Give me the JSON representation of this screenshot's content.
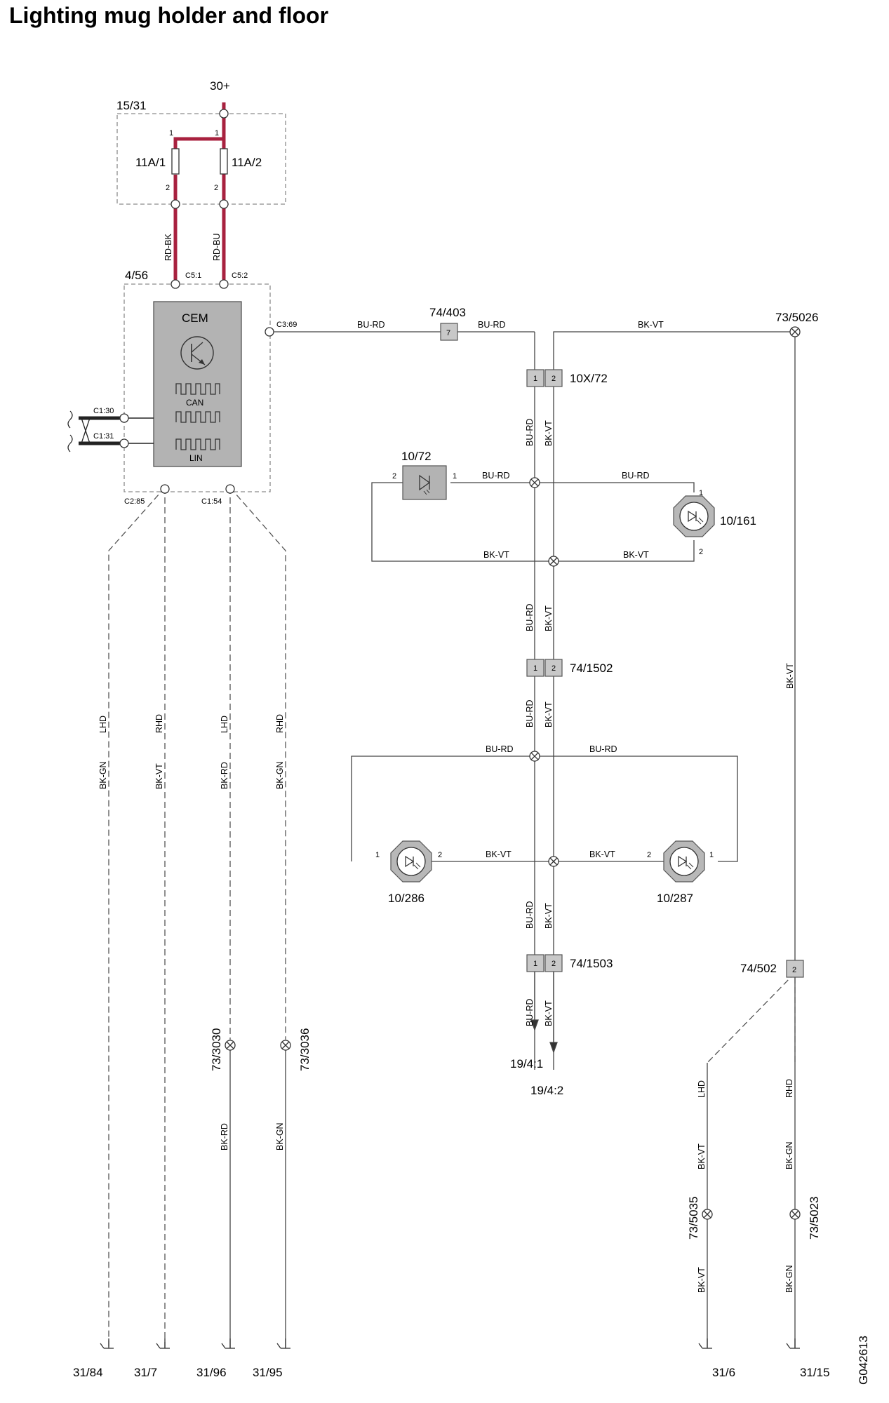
{
  "title": "Lighting mug holder and floor",
  "supply": "30+",
  "fuse_box": {
    "id": "15/31",
    "fuse1": "11A/1",
    "fuse2": "11A/2",
    "pin_in": "1",
    "pin_out": "2"
  },
  "cem": {
    "module_id": "4/56",
    "name": "CEM",
    "can_label": "CAN",
    "lin_label": "LIN",
    "connectors": {
      "c5_1": "C5:1",
      "c5_2": "C5:2",
      "c3_69": "C3:69",
      "c1_30": "C1:30",
      "c1_31": "C1:31",
      "c2_85": "C2:85",
      "c1_54": "C1:54"
    }
  },
  "wires": {
    "rd_bk": "RD-BK",
    "rd_bu": "RD-BU",
    "bu_rd": "BU-RD",
    "bk_vt": "BK-VT",
    "bk_gn": "BK-GN",
    "bk_rd": "BK-RD"
  },
  "market": {
    "lhd": "LHD",
    "rhd": "RHD"
  },
  "connectors": {
    "c74_403": "74/403",
    "c74_403_pin": "7",
    "c10x_72": "10X/72",
    "c74_1502": "74/1502",
    "c74_1503": "74/1503",
    "c74_502": "74/502",
    "c74_502_pin": "2",
    "pin1": "1",
    "pin2": "2"
  },
  "splices": {
    "s73_5026": "73/5026",
    "s73_3030": "73/3030",
    "s73_3036": "73/3036",
    "s73_5035": "73/5035",
    "s73_5023": "73/5023"
  },
  "components": {
    "c10_72": "10/72",
    "c10_161": "10/161",
    "c10_286": "10/286",
    "c10_287": "10/287"
  },
  "references": {
    "r19_4_1": "19/4:1",
    "r19_4_2": "19/4:2"
  },
  "grounds": {
    "g31_84": "31/84",
    "g31_7": "31/7",
    "g31_96": "31/96",
    "g31_95": "31/95",
    "g31_6": "31/6",
    "g31_15": "31/15"
  },
  "figure_id": "G042613",
  "colors": {
    "power_wire": "#a8213f",
    "module_fill": "#b3b3b3",
    "connector_fill": "#c8c8c8",
    "boundary": "#8c8c8c"
  }
}
